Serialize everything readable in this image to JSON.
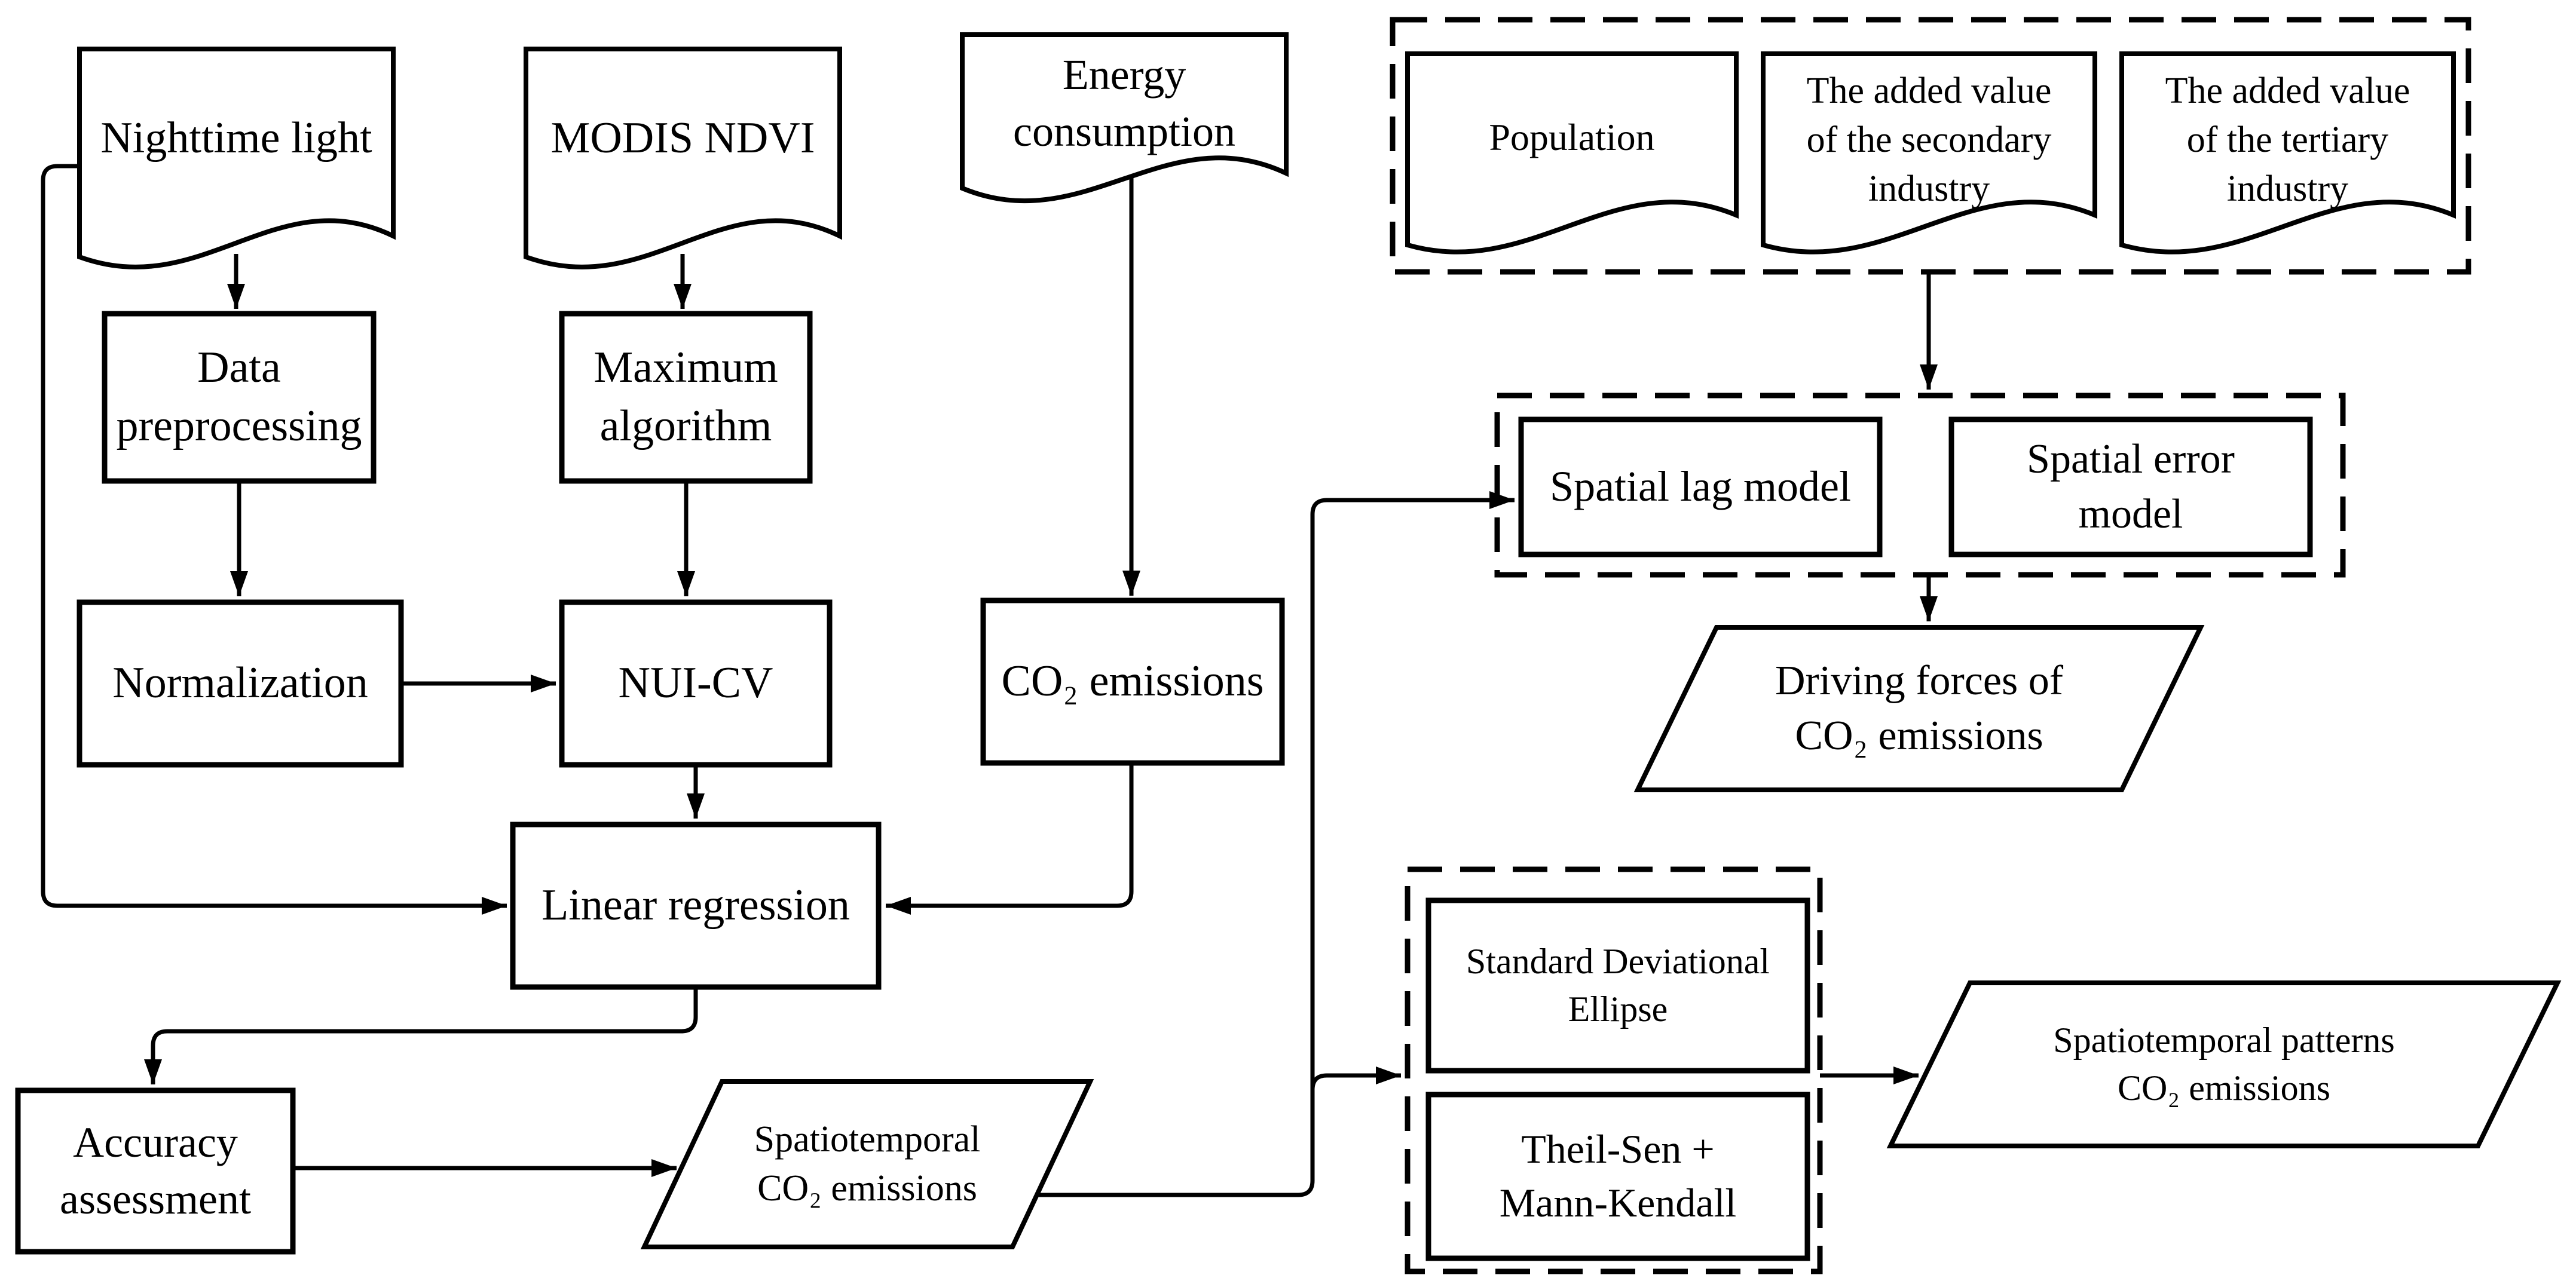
{
  "diagram_type": "flowchart",
  "colors": {
    "ink": "#000000",
    "background": "#ffffff"
  },
  "nodes": {
    "nighttime_light": "Nighttime light",
    "modis_ndvi": "MODIS NDVI",
    "energy_consumption": "Energy\nconsumption",
    "population": "Population",
    "secondary_industry": "The added value\nof the secondary\nindustry",
    "tertiary_industry": "The added value\nof the tertiary\nindustry",
    "data_preprocessing": "Data\npreprocessing",
    "maximum_algorithm": "Maximum\nalgorithm",
    "spatial_lag_model": "Spatial lag model",
    "spatial_error_model": "Spatial error\nmodel",
    "normalization": "Normalization",
    "nui_cv": "NUI-CV",
    "co2_emissions": "CO₂ emissions",
    "driving_forces": "Driving forces of\nCO₂ emissions",
    "linear_regression": "Linear regression",
    "accuracy_assessment": "Accuracy\nassessment",
    "spatiotemporal_co2": "Spatiotemporal\nCO₂ emissions",
    "standard_deviational_ellipse": "Standard Deviational\nEllipse",
    "theil_sen_mann_kendall": "Theil-Sen +\nMann-Kendall",
    "spatiotemporal_patterns": "Spatiotemporal patterns\nCO₂ emissions"
  }
}
